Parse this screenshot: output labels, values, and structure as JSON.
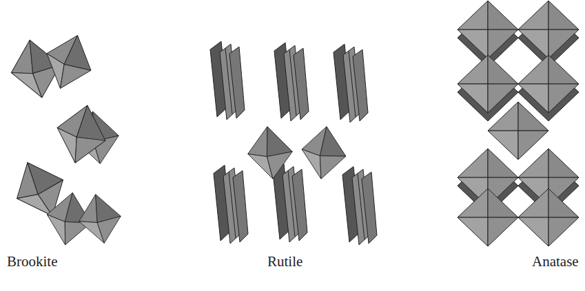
{
  "diagram": {
    "labels": [
      "Brookite",
      "Rutile",
      "Anatase"
    ]
  }
}
